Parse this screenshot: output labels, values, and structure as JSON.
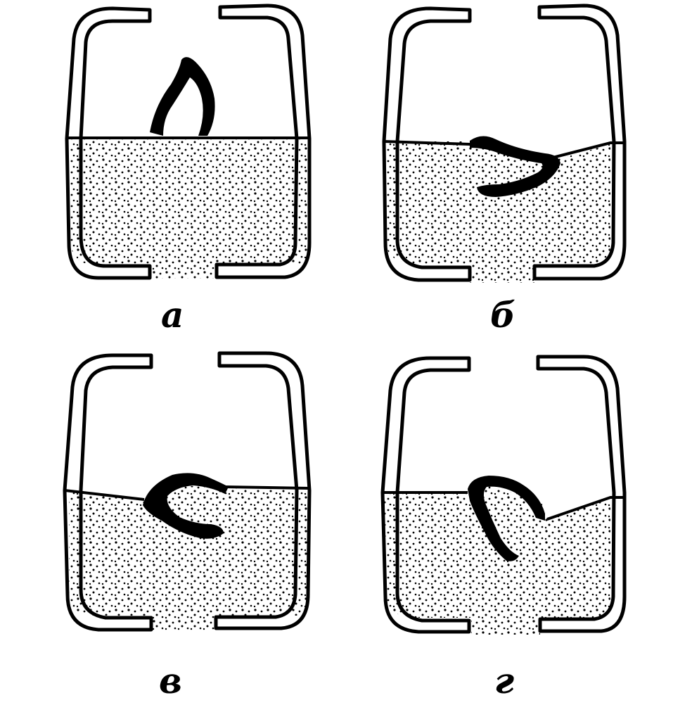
{
  "panels": [
    {
      "id": "a",
      "label": "а"
    },
    {
      "id": "b",
      "label": "б"
    },
    {
      "id": "v",
      "label": "в"
    },
    {
      "id": "g",
      "label": "г"
    }
  ],
  "colors": {
    "ink": "#000000",
    "paper": "#ffffff"
  }
}
